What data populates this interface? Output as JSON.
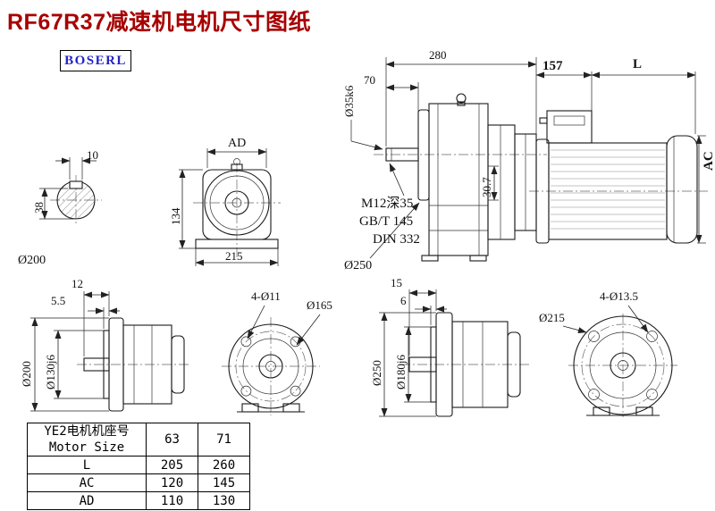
{
  "header": {
    "title": "RF67R37减速机电机尺寸图纸",
    "brand": "BOSERL"
  },
  "views": {
    "shaft_end": {
      "key_width": "10",
      "flat_height": "38",
      "diameter_label": "Ø200"
    },
    "gearbox_front": {
      "width_top": "AD",
      "height": "134",
      "width_bottom": "215"
    },
    "assembly": {
      "overall_length": "280",
      "shaft_length": "70",
      "shaft_diameter": "Ø35k6",
      "tap": "M12深35",
      "tap_std1": "GB/T 145",
      "tap_std2": "DIN 332",
      "depth": "30.7",
      "flange_diameter": "Ø250",
      "adapter_length": "157",
      "motor_length": "L",
      "motor_height": "AC"
    },
    "flange_side_small": {
      "dim_a": "12",
      "dim_b": "5.5",
      "flange_diameter": "Ø200",
      "spigot_diameter": "Ø130j6"
    },
    "flange_front_small": {
      "bolt_holes": "4-Ø11",
      "bolt_circle": "Ø165"
    },
    "flange_side_large": {
      "dim_a": "15",
      "dim_b": "6",
      "flange_diameter": "Ø250",
      "spigot_diameter": "Ø180j6"
    },
    "flange_front_large": {
      "bolt_holes": "4-Ø13.5",
      "outer_diameter": "Ø215"
    }
  },
  "table": {
    "row_header_cn": "YE2电机机座号",
    "row_header_en": "Motor Size",
    "sizes": [
      "63",
      "71"
    ],
    "rows": [
      {
        "label": "L",
        "values": [
          "205",
          "260"
        ]
      },
      {
        "label": "AC",
        "values": [
          "120",
          "145"
        ]
      },
      {
        "label": "AD",
        "values": [
          "110",
          "130"
        ]
      }
    ]
  }
}
